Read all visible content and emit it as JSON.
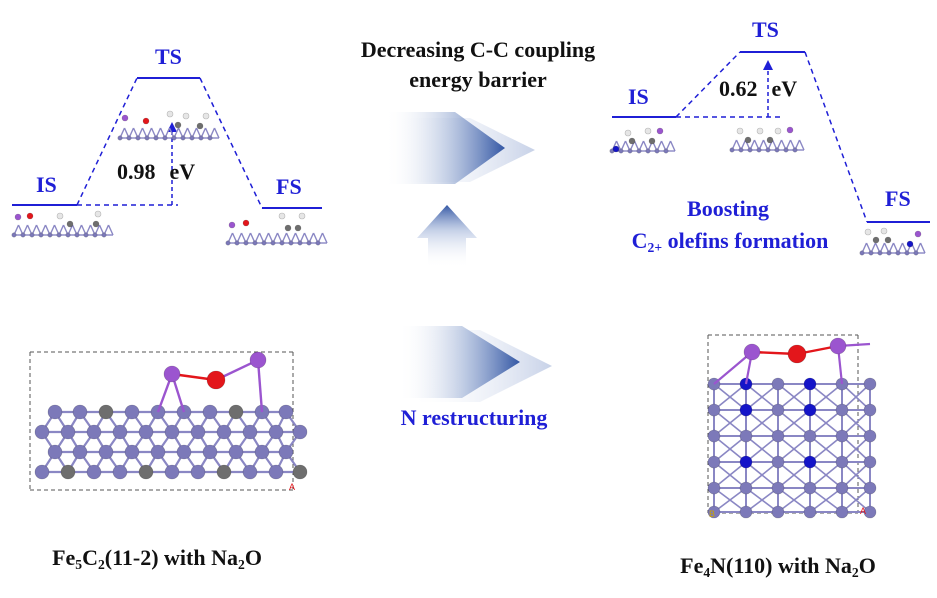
{
  "colors": {
    "energy_line": "#1f1fd6",
    "label_blue": "#1f1fd6",
    "fe_atom": "#7c79b9",
    "fe_bond": "#8a87c4",
    "c_atom": "#6e6e6e",
    "n_atom": "#1414c8",
    "o_atom": "#e3161b",
    "na_atom": "#9b55cf",
    "h_atom": "#e6e6e6",
    "arrow_fill": "#2a4fa0"
  },
  "left_profile": {
    "is_label": "IS",
    "ts_label": "TS",
    "fs_label": "FS",
    "barrier": "0.98",
    "barrier_unit": "eV"
  },
  "right_profile": {
    "is_label": "IS",
    "ts_label": "TS",
    "fs_label": "FS",
    "barrier": "0.62",
    "barrier_unit": "eV"
  },
  "headline": {
    "line1": "Decreasing C-C coupling",
    "line2": "energy barrier"
  },
  "boost": {
    "line1": "Boosting",
    "c": "C",
    "sub": "2+",
    "rest": " olefins formation"
  },
  "restructuring_label": "N restructuring",
  "left_caption": {
    "a": "Fe",
    "a_sub": "5",
    "b": "C",
    "b_sub": "2",
    "c": "(11-2) with Na",
    "c_sub": "2",
    "d": "O"
  },
  "right_caption": {
    "a": "Fe",
    "a_sub": "4",
    "b": "N(110) with Na",
    "b_sub": "2",
    "c": "O"
  },
  "axis_marks": {
    "left_a": "A",
    "right_b": "B",
    "right_a": "A"
  }
}
